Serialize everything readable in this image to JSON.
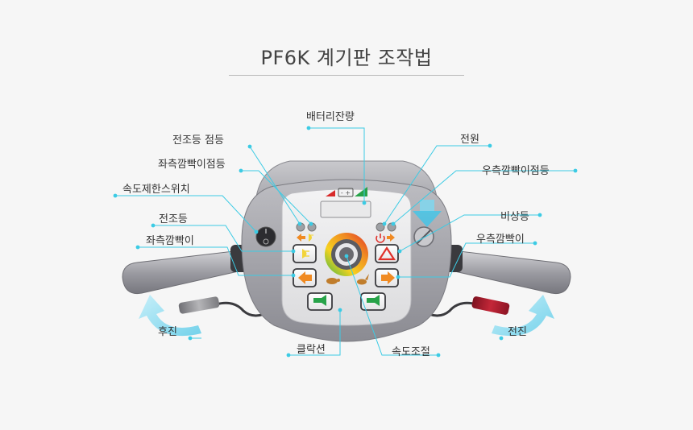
{
  "title": "PF6K 계기판 조작법",
  "labels": {
    "battery": "배터리잔량",
    "headlight_check": "전조등 점등",
    "left_signal_check": "좌측깜빡이점등",
    "speed_limit_switch": "속도제한스위치",
    "headlight": "전조등",
    "left_signal": "좌측깜빡이",
    "reverse": "후진",
    "horn": "클락션",
    "speed_control": "속도조절",
    "power": "전원",
    "right_signal_check": "우측깜빡이점등",
    "hazard": "비상등",
    "right_signal": "우측깜빡이",
    "forward": "전진"
  },
  "colors": {
    "accent_line": "#3ccbe4",
    "hazard_red": "#e0302a",
    "signal_orange": "#f08a22",
    "horn_green": "#27a349",
    "battery_green": "#27a349",
    "battery_red": "#d82a2a",
    "headlight_yellow": "#f2d43a",
    "throttle_red": "#b01b2a"
  },
  "icons": {
    "battery": "battery-level-icon",
    "power": "power-icon",
    "hazard": "hazard-triangle-icon",
    "horn": "horn-icon",
    "turtle": "turtle-slow-icon",
    "rabbit": "rabbit-fast-icon",
    "headlight": "headlight-icon",
    "left_arrow": "arrow-left-icon",
    "right_arrow": "arrow-right-icon"
  }
}
